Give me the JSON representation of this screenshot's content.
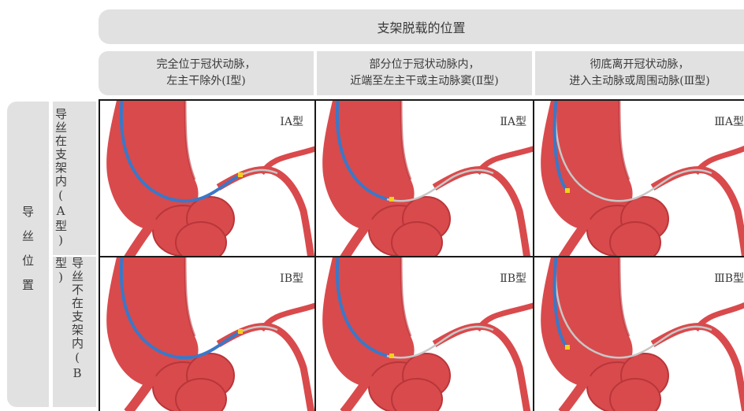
{
  "header": {
    "title": "支架脱载的位置"
  },
  "columns": [
    {
      "line1": "完全位于冠状动脉，",
      "line2": "左主干除外(Ⅰ型)"
    },
    {
      "line1": "部分位于冠状动脉内，",
      "line2": "近端至左主干或主动脉窦(Ⅱ型)"
    },
    {
      "line1": "彻底离开冠状动脉，",
      "line2": "进入主动脉或周围动脉(Ⅲ型)"
    }
  ],
  "rows": {
    "main_label": "导丝位置",
    "a_label": "导丝在支架内(A型)",
    "b_label": "导丝不在支架内(B型)"
  },
  "panels": {
    "r1": [
      "ⅠA型",
      "ⅡA型",
      "ⅢA型"
    ],
    "r2": [
      "ⅠB型",
      "ⅡB型",
      "ⅢB型"
    ]
  },
  "colors": {
    "artery": "#d94a4c",
    "artery_dark": "#b8363a",
    "stent": "#3a78c8",
    "marker": "#f2d21a",
    "wire": "#c7c7c7"
  }
}
